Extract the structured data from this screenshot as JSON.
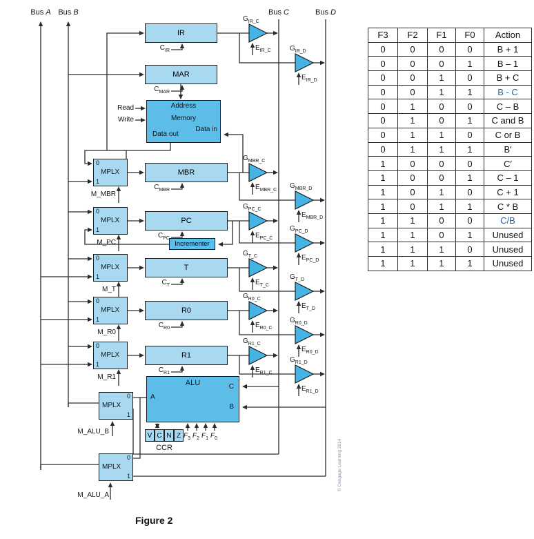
{
  "figure": {
    "caption": "Figure 2",
    "credit": "© Cengage Learning 2014"
  },
  "buses": [
    {
      "id": "a",
      "prefix": "Bus ",
      "letter": "A"
    },
    {
      "id": "b",
      "prefix": "Bus ",
      "letter": "B"
    },
    {
      "id": "c",
      "prefix": "Bus ",
      "letter": "C"
    },
    {
      "id": "d",
      "prefix": "Bus ",
      "letter": "D"
    }
  ],
  "memory": {
    "label": "Memory",
    "address_label": "Address",
    "data_out_label": "Data out",
    "data_in_label": "Data in",
    "read_label": "Read",
    "write_label": "Write"
  },
  "incrementer": {
    "label": "Incrementer"
  },
  "registers": [
    {
      "id": "ir",
      "name": "IR",
      "clock": {
        "base": "C",
        "sub": "IR"
      },
      "buf_c": {
        "g": {
          "base": "G",
          "sub": "IR_C"
        },
        "e": {
          "base": "E",
          "sub": "IR_C"
        }
      },
      "buf_d": {
        "g": {
          "base": "G",
          "sub": "IR_D"
        },
        "e": {
          "base": "E",
          "sub": "IR_D"
        }
      }
    },
    {
      "id": "mar",
      "name": "MAR",
      "clock": {
        "base": "C",
        "sub": "MAR"
      }
    },
    {
      "id": "mbr",
      "name": "MBR",
      "clock": {
        "base": "C",
        "sub": "MBR"
      },
      "mux": {
        "label": "MPLX",
        "in0": "0",
        "in1": "1",
        "select": "M_MBR"
      },
      "buf_c": {
        "g": {
          "base": "G",
          "sub": "MBR_C"
        },
        "e": {
          "base": "E",
          "sub": "MBR_C"
        }
      },
      "buf_d": {
        "g": {
          "base": "G",
          "sub": "MBR_D"
        },
        "e": {
          "base": "E",
          "sub": "MBR_D"
        }
      }
    },
    {
      "id": "pc",
      "name": "PC",
      "clock": {
        "base": "C",
        "sub": "PC"
      },
      "mux": {
        "label": "MPLX",
        "in0": "0",
        "in1": "1",
        "select": "M_PC"
      },
      "buf_c": {
        "g": {
          "base": "G",
          "sub": "PC_C"
        },
        "e": {
          "base": "E",
          "sub": "PC_C"
        }
      },
      "buf_d": {
        "g": {
          "base": "G",
          "sub": "PC_D"
        },
        "e": {
          "base": "E",
          "sub": "PC_D"
        }
      }
    },
    {
      "id": "t",
      "name": "T",
      "clock": {
        "base": "C",
        "sub": "T"
      },
      "mux": {
        "label": "MPLX",
        "in0": "0",
        "in1": "1",
        "select": "M_T"
      },
      "buf_c": {
        "g": {
          "base": "G",
          "sub": "T_C"
        },
        "e": {
          "base": "E",
          "sub": "T_C"
        }
      },
      "buf_d": {
        "g": {
          "base": "G",
          "sub": "T_D"
        },
        "e": {
          "base": "E",
          "sub": "T_D"
        }
      }
    },
    {
      "id": "r0",
      "name": "R0",
      "clock": {
        "base": "C",
        "sub": "R0"
      },
      "mux": {
        "label": "MPLX",
        "in0": "0",
        "in1": "1",
        "select": "M_R0"
      },
      "buf_c": {
        "g": {
          "base": "G",
          "sub": "R0_C"
        },
        "e": {
          "base": "E",
          "sub": "R0_C"
        }
      },
      "buf_d": {
        "g": {
          "base": "G",
          "sub": "R0_D"
        },
        "e": {
          "base": "E",
          "sub": "R0_D"
        }
      }
    },
    {
      "id": "r1",
      "name": "R1",
      "clock": {
        "base": "C",
        "sub": "R1"
      },
      "mux": {
        "label": "MPLX",
        "in0": "0",
        "in1": "1",
        "select": "M_R1"
      },
      "buf_c": {
        "g": {
          "base": "G",
          "sub": "R1_C"
        },
        "e": {
          "base": "E",
          "sub": "R1_C"
        }
      },
      "buf_d": {
        "g": {
          "base": "G",
          "sub": "R1_D"
        },
        "e": {
          "base": "E",
          "sub": "R1_D"
        }
      }
    }
  ],
  "alu": {
    "label": "ALU",
    "port_a": "A",
    "port_b": "B",
    "port_c": "C",
    "mux_b": {
      "label": "MPLX",
      "in0": "0",
      "in1": "1",
      "select": "M_ALU_B"
    },
    "mux_a": {
      "label": "MPLX",
      "in0": "0",
      "in1": "1",
      "select": "M_ALU_A"
    }
  },
  "ccr": {
    "label": "CCR",
    "cells": [
      "V",
      "C",
      "N",
      "Z"
    ],
    "flags": [
      {
        "base": "F",
        "sub": "3"
      },
      {
        "base": "F",
        "sub": "2"
      },
      {
        "base": "F",
        "sub": "1"
      },
      {
        "base": "F",
        "sub": "0"
      }
    ]
  },
  "table": {
    "headers": [
      "F3",
      "F2",
      "F1",
      "F0",
      "Action"
    ],
    "rows": [
      [
        "0",
        "0",
        "0",
        "0",
        "B + 1"
      ],
      [
        "0",
        "0",
        "0",
        "1",
        "B – 1"
      ],
      [
        "0",
        "0",
        "1",
        "0",
        "B + C"
      ],
      [
        "0",
        "0",
        "1",
        "1",
        "B - C"
      ],
      [
        "0",
        "1",
        "0",
        "0",
        "C – B"
      ],
      [
        "0",
        "1",
        "0",
        "1",
        "C and B"
      ],
      [
        "0",
        "1",
        "1",
        "0",
        "C or B"
      ],
      [
        "0",
        "1",
        "1",
        "1",
        "B′"
      ],
      [
        "1",
        "0",
        "0",
        "0",
        "C′"
      ],
      [
        "1",
        "0",
        "0",
        "1",
        "C – 1"
      ],
      [
        "1",
        "0",
        "1",
        "0",
        "C + 1"
      ],
      [
        "1",
        "0",
        "1",
        "1",
        "C * B"
      ],
      [
        "1",
        "1",
        "0",
        "0",
        "C/B"
      ],
      [
        "1",
        "1",
        "0",
        "1",
        "Unused"
      ],
      [
        "1",
        "1",
        "1",
        "0",
        "Unused"
      ],
      [
        "1",
        "1",
        "1",
        "1",
        "Unused"
      ]
    ],
    "blue_rows": [
      3,
      12
    ]
  },
  "colors": {
    "box_light": "#a9d9f1",
    "box_medium": "#5bbde8",
    "buffer_fill": "#45b3e3",
    "wire": "#2b2b2b",
    "table_blue": "#1f5fa9"
  }
}
